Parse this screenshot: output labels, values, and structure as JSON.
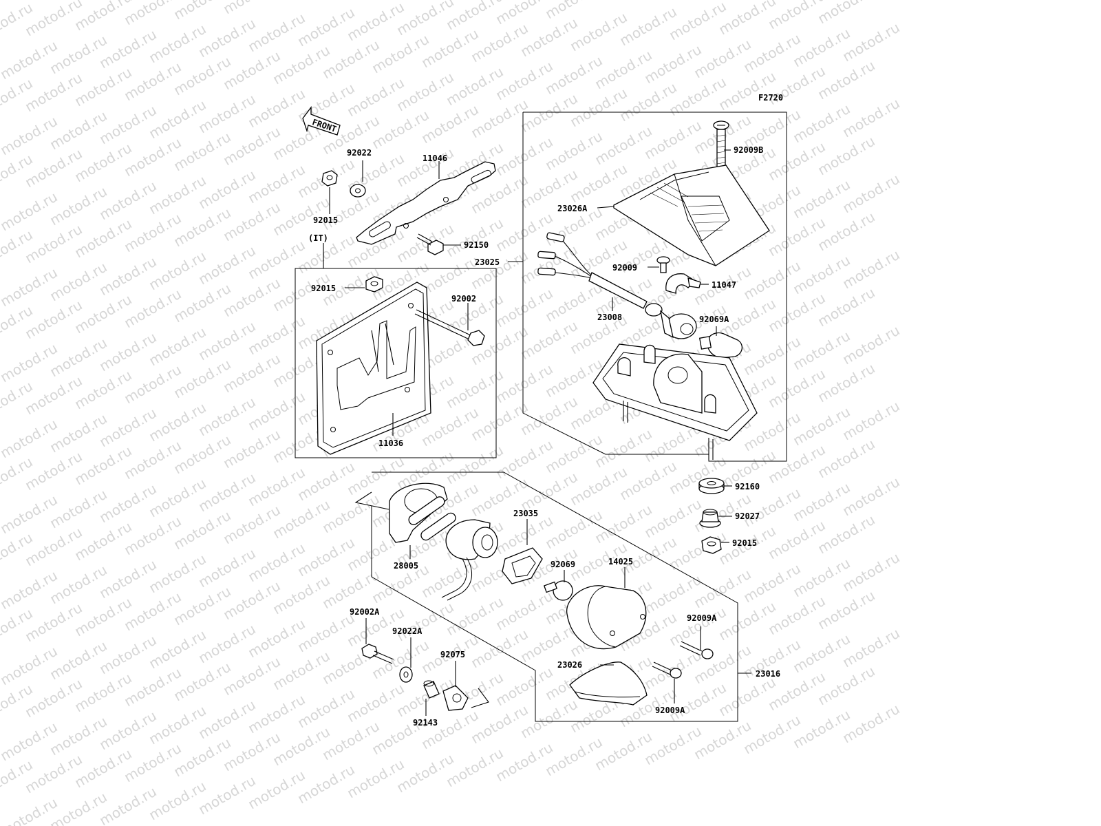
{
  "figure_code": "F2720",
  "front_arrow_text": "FRONT",
  "watermark_text": "motod.ru",
  "group_labels": {
    "it": "(IT)"
  },
  "parts": {
    "p92022": "92022",
    "p11046": "11046",
    "p92015_top": "92015",
    "p92150": "92150",
    "p92015_it": "92015",
    "p92002": "92002",
    "p11036": "11036",
    "p92009B": "92009B",
    "p23026A": "23026A",
    "p23025": "23025",
    "p92009": "92009",
    "p11047": "11047",
    "p23008": "23008",
    "p92069A": "92069A",
    "p92160": "92160",
    "p92027": "92027",
    "p92015_right": "92015",
    "p23035": "23035",
    "p92069": "92069",
    "p28005": "28005",
    "p14025": "14025",
    "p92002A": "92002A",
    "p92022A": "92022A",
    "p92075": "92075",
    "p92143": "92143",
    "p92009A_top": "92009A",
    "p23026": "23026",
    "p92009A_bottom": "92009A",
    "p23016": "23016"
  }
}
